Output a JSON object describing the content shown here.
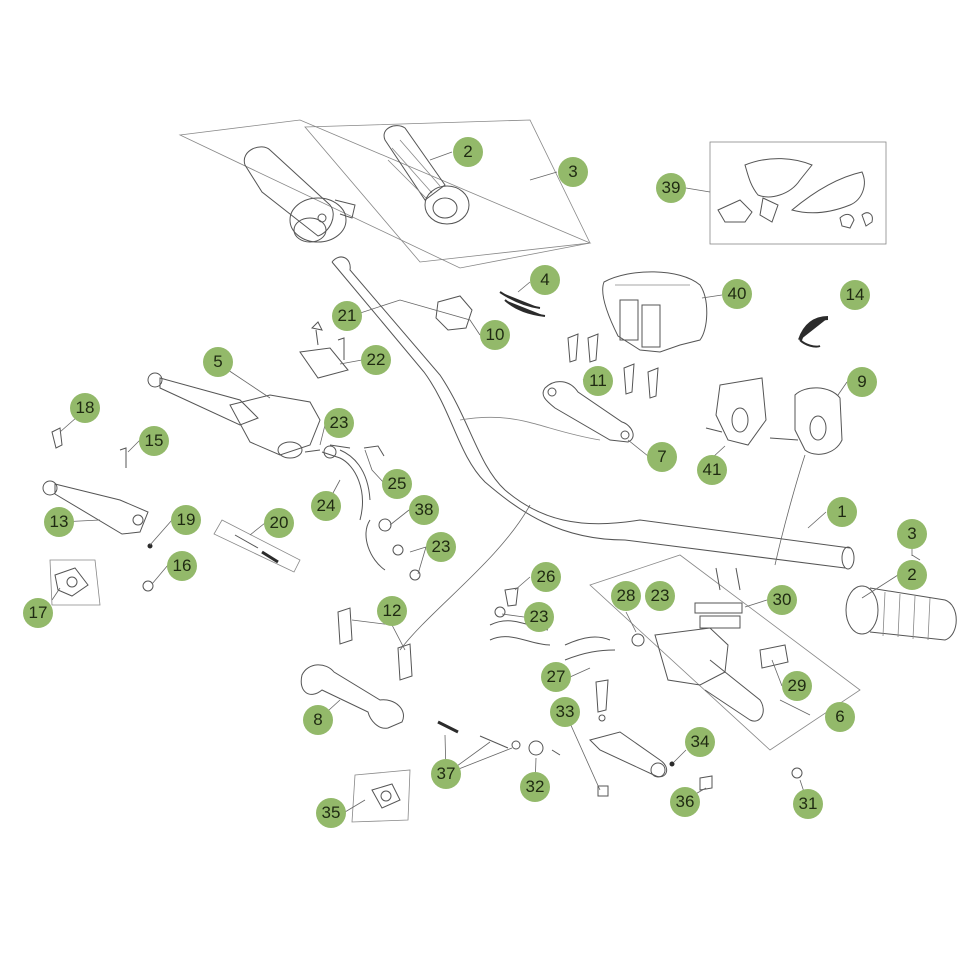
{
  "diagram": {
    "colors": {
      "callout_fill": "#93b96a",
      "line": "#555555",
      "background": "#ffffff"
    },
    "callouts": [
      {
        "label": "2",
        "slot": "c1"
      },
      {
        "label": "3",
        "slot": "c2"
      },
      {
        "label": "39",
        "slot": "c3"
      },
      {
        "label": "4",
        "slot": "c4"
      },
      {
        "label": "40",
        "slot": "c5"
      },
      {
        "label": "14",
        "slot": "c6"
      },
      {
        "label": "21",
        "slot": "c7"
      },
      {
        "label": "10",
        "slot": "c8"
      },
      {
        "label": "22",
        "slot": "c9"
      },
      {
        "label": "5",
        "slot": "c10"
      },
      {
        "label": "11",
        "slot": "c11"
      },
      {
        "label": "9",
        "slot": "c12"
      },
      {
        "label": "18",
        "slot": "c13"
      },
      {
        "label": "23",
        "slot": "c14"
      },
      {
        "label": "15",
        "slot": "c15"
      },
      {
        "label": "7",
        "slot": "c16"
      },
      {
        "label": "41",
        "slot": "c17"
      },
      {
        "label": "25",
        "slot": "c18"
      },
      {
        "label": "24",
        "slot": "c19"
      },
      {
        "label": "38",
        "slot": "c20"
      },
      {
        "label": "1",
        "slot": "c21"
      },
      {
        "label": "13",
        "slot": "c22"
      },
      {
        "label": "19",
        "slot": "c23"
      },
      {
        "label": "20",
        "slot": "c24"
      },
      {
        "label": "23",
        "slot": "c25"
      },
      {
        "label": "3",
        "slot": "c26"
      },
      {
        "label": "16",
        "slot": "c27"
      },
      {
        "label": "26",
        "slot": "c28"
      },
      {
        "label": "2",
        "slot": "c29"
      },
      {
        "label": "28",
        "slot": "c30"
      },
      {
        "label": "23",
        "slot": "c31"
      },
      {
        "label": "30",
        "slot": "c32"
      },
      {
        "label": "17",
        "slot": "c33"
      },
      {
        "label": "12",
        "slot": "c34"
      },
      {
        "label": "23",
        "slot": "c35"
      },
      {
        "label": "27",
        "slot": "c36"
      },
      {
        "label": "29",
        "slot": "c37"
      },
      {
        "label": "33",
        "slot": "c38"
      },
      {
        "label": "8",
        "slot": "c39"
      },
      {
        "label": "6",
        "slot": "c40"
      },
      {
        "label": "34",
        "slot": "c41"
      },
      {
        "label": "37",
        "slot": "c42"
      },
      {
        "label": "32",
        "slot": "c43"
      },
      {
        "label": "36",
        "slot": "c44"
      },
      {
        "label": "31",
        "slot": "c45"
      },
      {
        "label": "35",
        "slot": "c46"
      }
    ]
  }
}
